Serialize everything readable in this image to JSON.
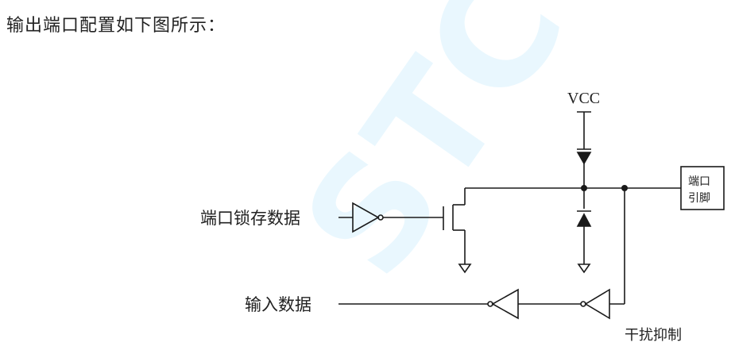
{
  "heading": "输出端口配置如下图所示：",
  "watermark": "STC",
  "diagram": {
    "vcc": "VCC",
    "port_pin_line1": "端口",
    "port_pin_line2": "引脚",
    "latch_label": "端口锁存数据",
    "input_label": "输入数据",
    "suppression_label": "干扰抑制"
  },
  "colors": {
    "watermark": "#4fc3f7",
    "line": "#1a1a1a"
  }
}
